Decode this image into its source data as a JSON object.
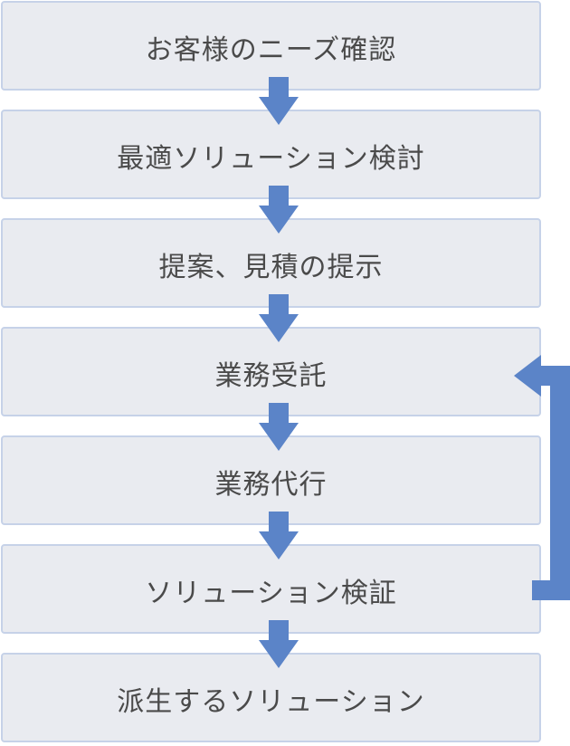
{
  "flow": {
    "steps": [
      "お客様のニーズ確認",
      "最適ソリューション検討",
      "提案、見積の提示",
      "業務受託",
      "業務代行",
      "ソリューション検証",
      "派生するソリューション"
    ],
    "colors": {
      "box_fill": "#e9ebf0",
      "box_border": "#c6d2e8",
      "text": "#4a4a4a",
      "arrow": "#5b84c8"
    },
    "loop": {
      "from_step_index": 5,
      "to_step_index": 3
    }
  }
}
